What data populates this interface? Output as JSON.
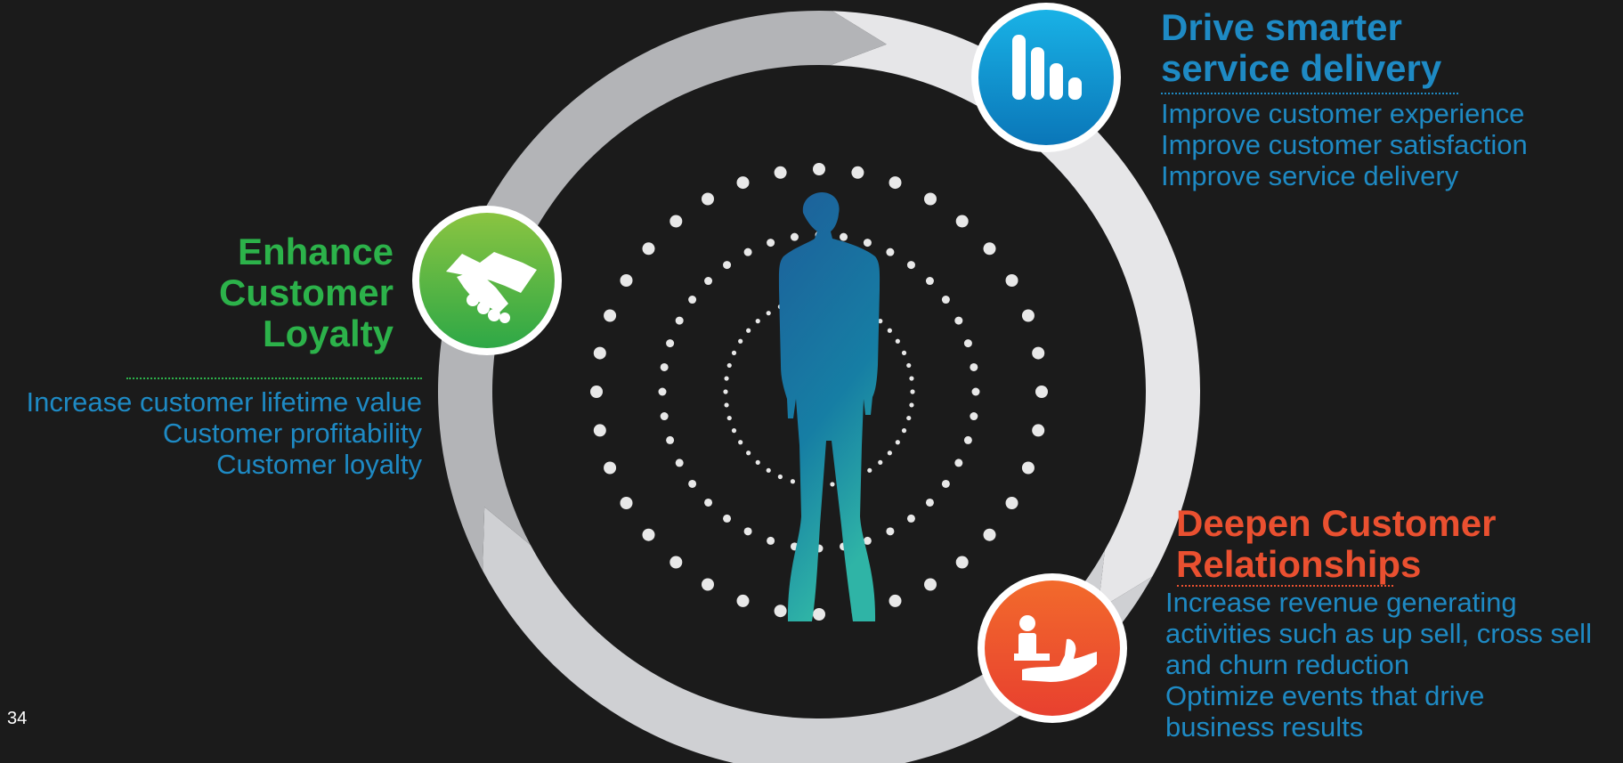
{
  "top": {
    "heading": [
      "Drive smarter",
      "service delivery"
    ],
    "items": [
      "Improve customer experience",
      "Improve customer satisfaction",
      "Improve service delivery"
    ],
    "icon": "bar-chart-icon",
    "color": "#1e8ac4"
  },
  "left": {
    "heading": [
      "Enhance",
      "Customer",
      "Loyalty"
    ],
    "items": [
      "Increase customer lifetime value",
      "Customer profitability",
      "Customer loyalty"
    ],
    "icon": "handshake-icon",
    "color": "#2cb24a"
  },
  "right": {
    "heading": [
      "Deepen Customer",
      "Relationships"
    ],
    "items": [
      "Increase revenue generating",
      "activities such as up sell, cross sell",
      "and churn reduction",
      "Optimize events that drive",
      "business results"
    ],
    "icon": "hand-offering-icon",
    "color": "#ea5030"
  },
  "center": {
    "icon": "person-silhouette-icon"
  },
  "page_number": "34"
}
